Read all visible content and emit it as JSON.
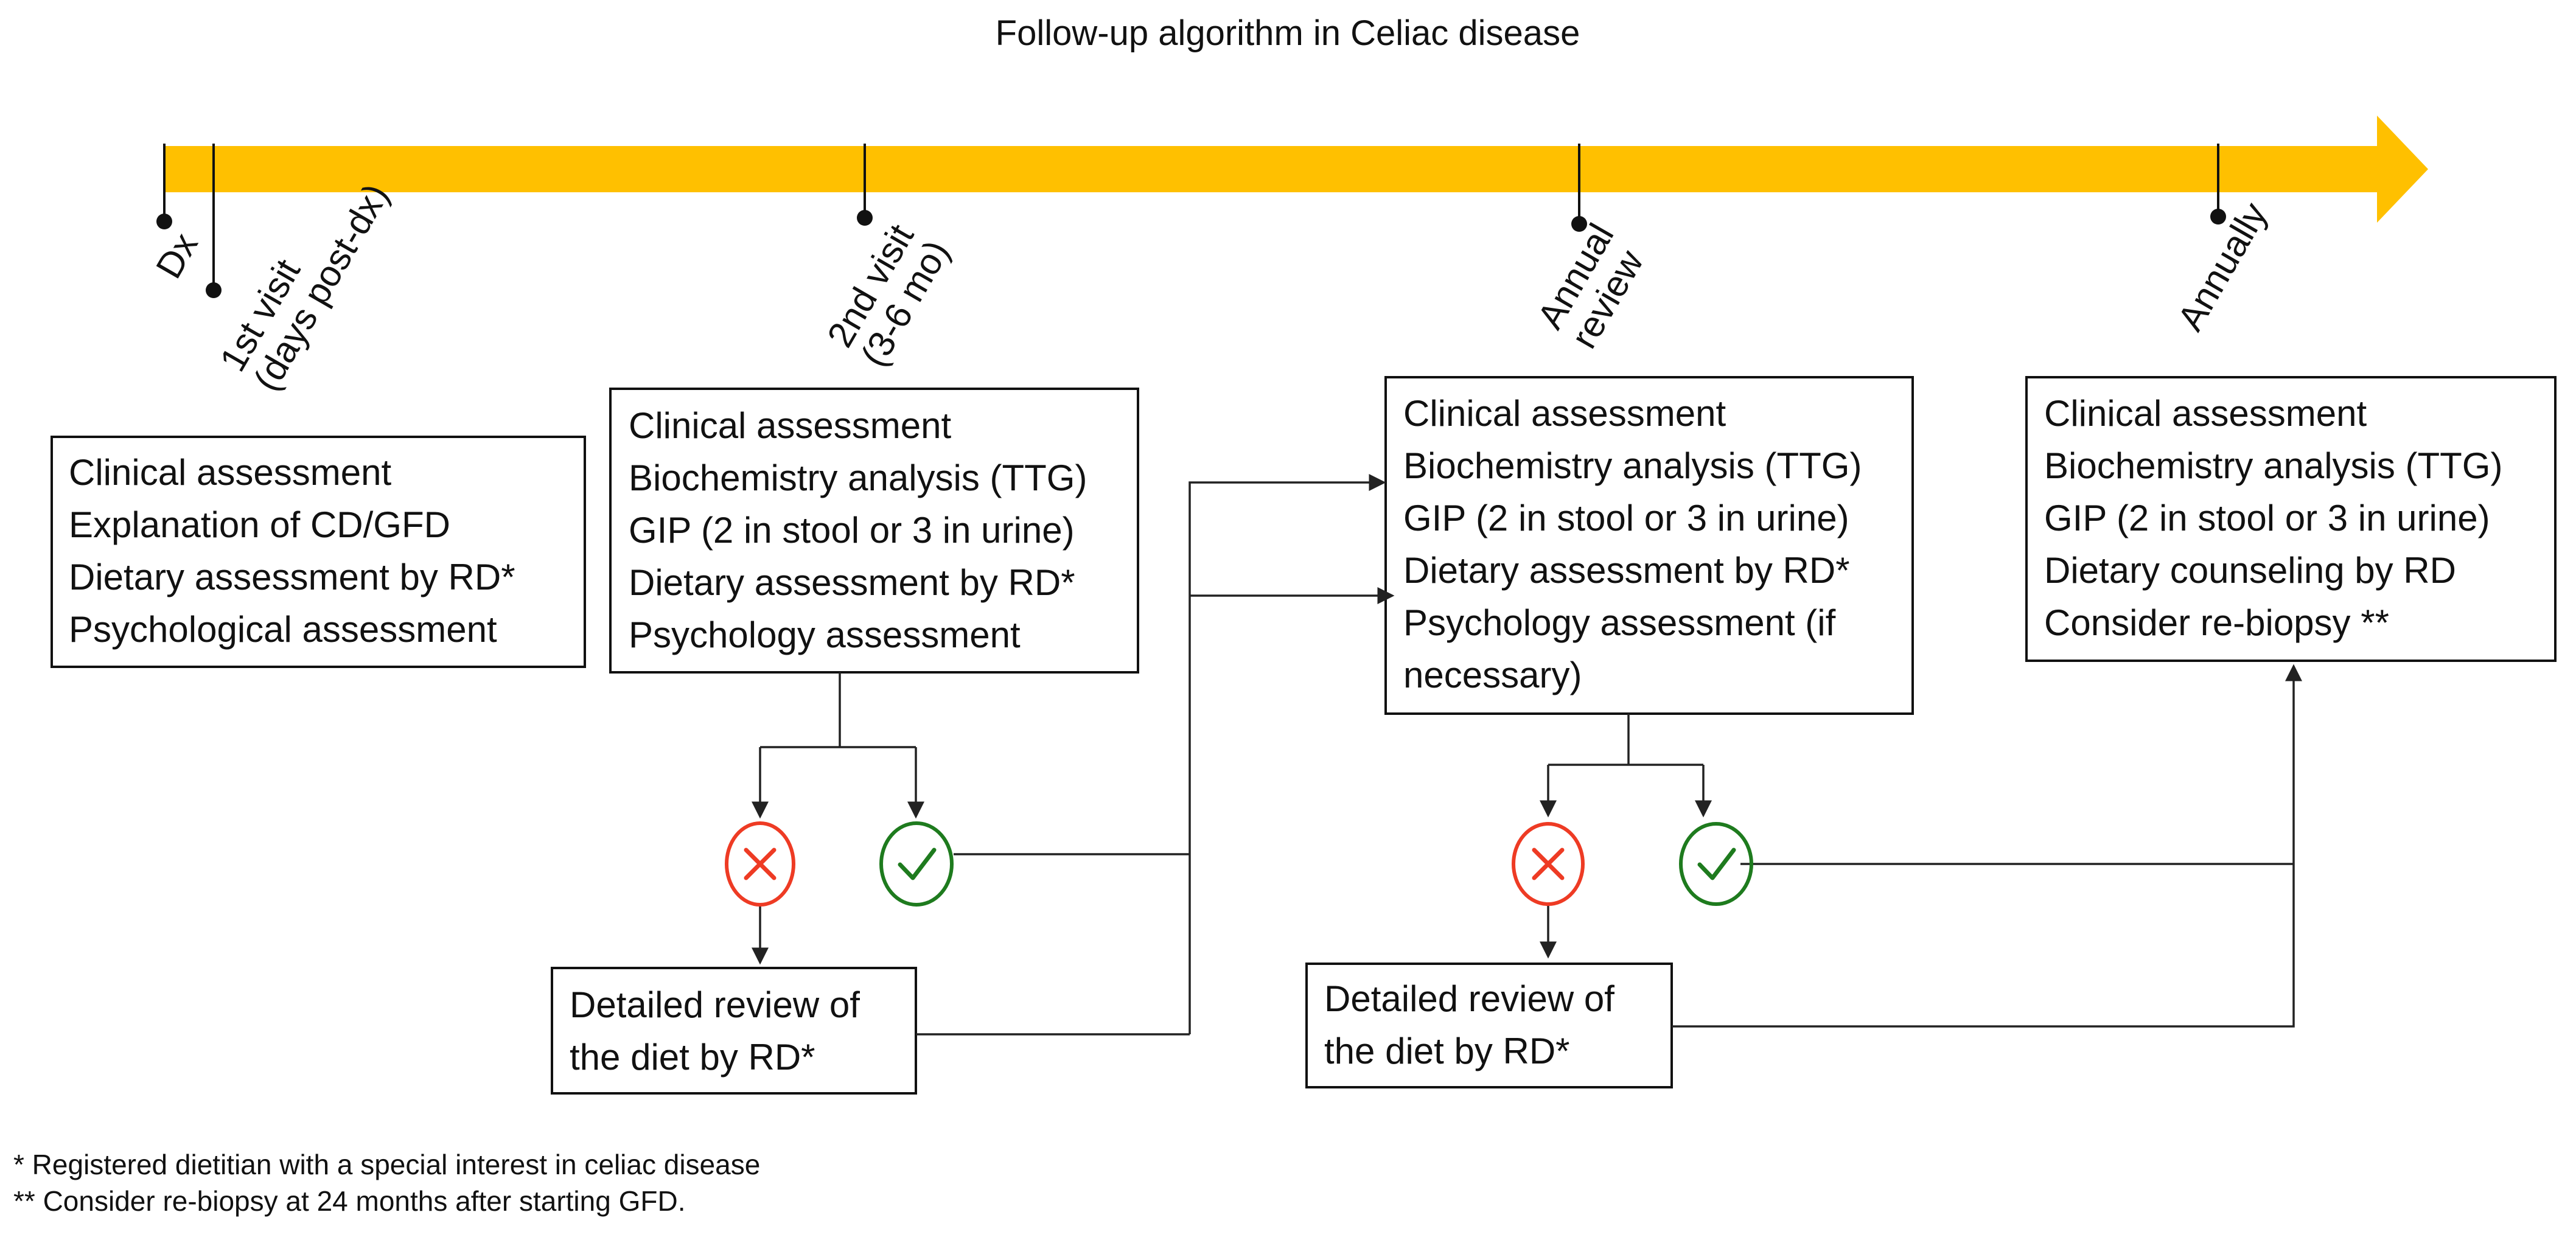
{
  "title": "Follow-up algorithm in Celiac disease",
  "colors": {
    "timeline": "#FFC000",
    "fail": "#EE3B24",
    "pass": "#1E7B1E",
    "line": "#222222"
  },
  "timeline": {
    "milestones": [
      {
        "lines": [
          "Dx"
        ]
      },
      {
        "lines": [
          "1st visit",
          "(days post-dx)"
        ]
      },
      {
        "lines": [
          "2nd visit",
          "(3-6 mo)"
        ]
      },
      {
        "lines": [
          "Annual",
          "review"
        ]
      },
      {
        "lines": [
          "Annually"
        ]
      }
    ]
  },
  "boxes": {
    "first_visit": {
      "lines": [
        "Clinical assessment",
        "Explanation of CD/GFD",
        "Dietary assessment by RD*",
        "Psychological assessment"
      ]
    },
    "second_visit": {
      "lines": [
        "Clinical assessment",
        "Biochemistry analysis (TTG)",
        "GIP (2 in stool or 3 in urine)",
        "Dietary assessment by RD*",
        "Psychology assessment"
      ]
    },
    "annual_review": {
      "lines": [
        "Clinical assessment",
        "Biochemistry analysis (TTG)",
        "GIP (2 in stool or 3 in urine)",
        "Dietary assessment by RD*",
        "Psychology assessment (if",
        "necessary)"
      ]
    },
    "annually": {
      "lines": [
        "Clinical assessment",
        "Biochemistry analysis (TTG)",
        "GIP (2 in stool or 3 in urine)",
        "Dietary counseling by RD",
        "Consider re-biopsy **"
      ]
    },
    "diet_review_1": {
      "lines": [
        "Detailed review of",
        "the diet by RD*"
      ]
    },
    "diet_review_2": {
      "lines": [
        "Detailed review of",
        "the diet by RD*"
      ]
    }
  },
  "icons": {
    "fail": "cross-icon",
    "pass": "check-icon"
  },
  "footnotes": [
    "* Registered dietitian with a special interest in celiac disease",
    "** Consider re-biopsy at 24 months after starting GFD."
  ]
}
